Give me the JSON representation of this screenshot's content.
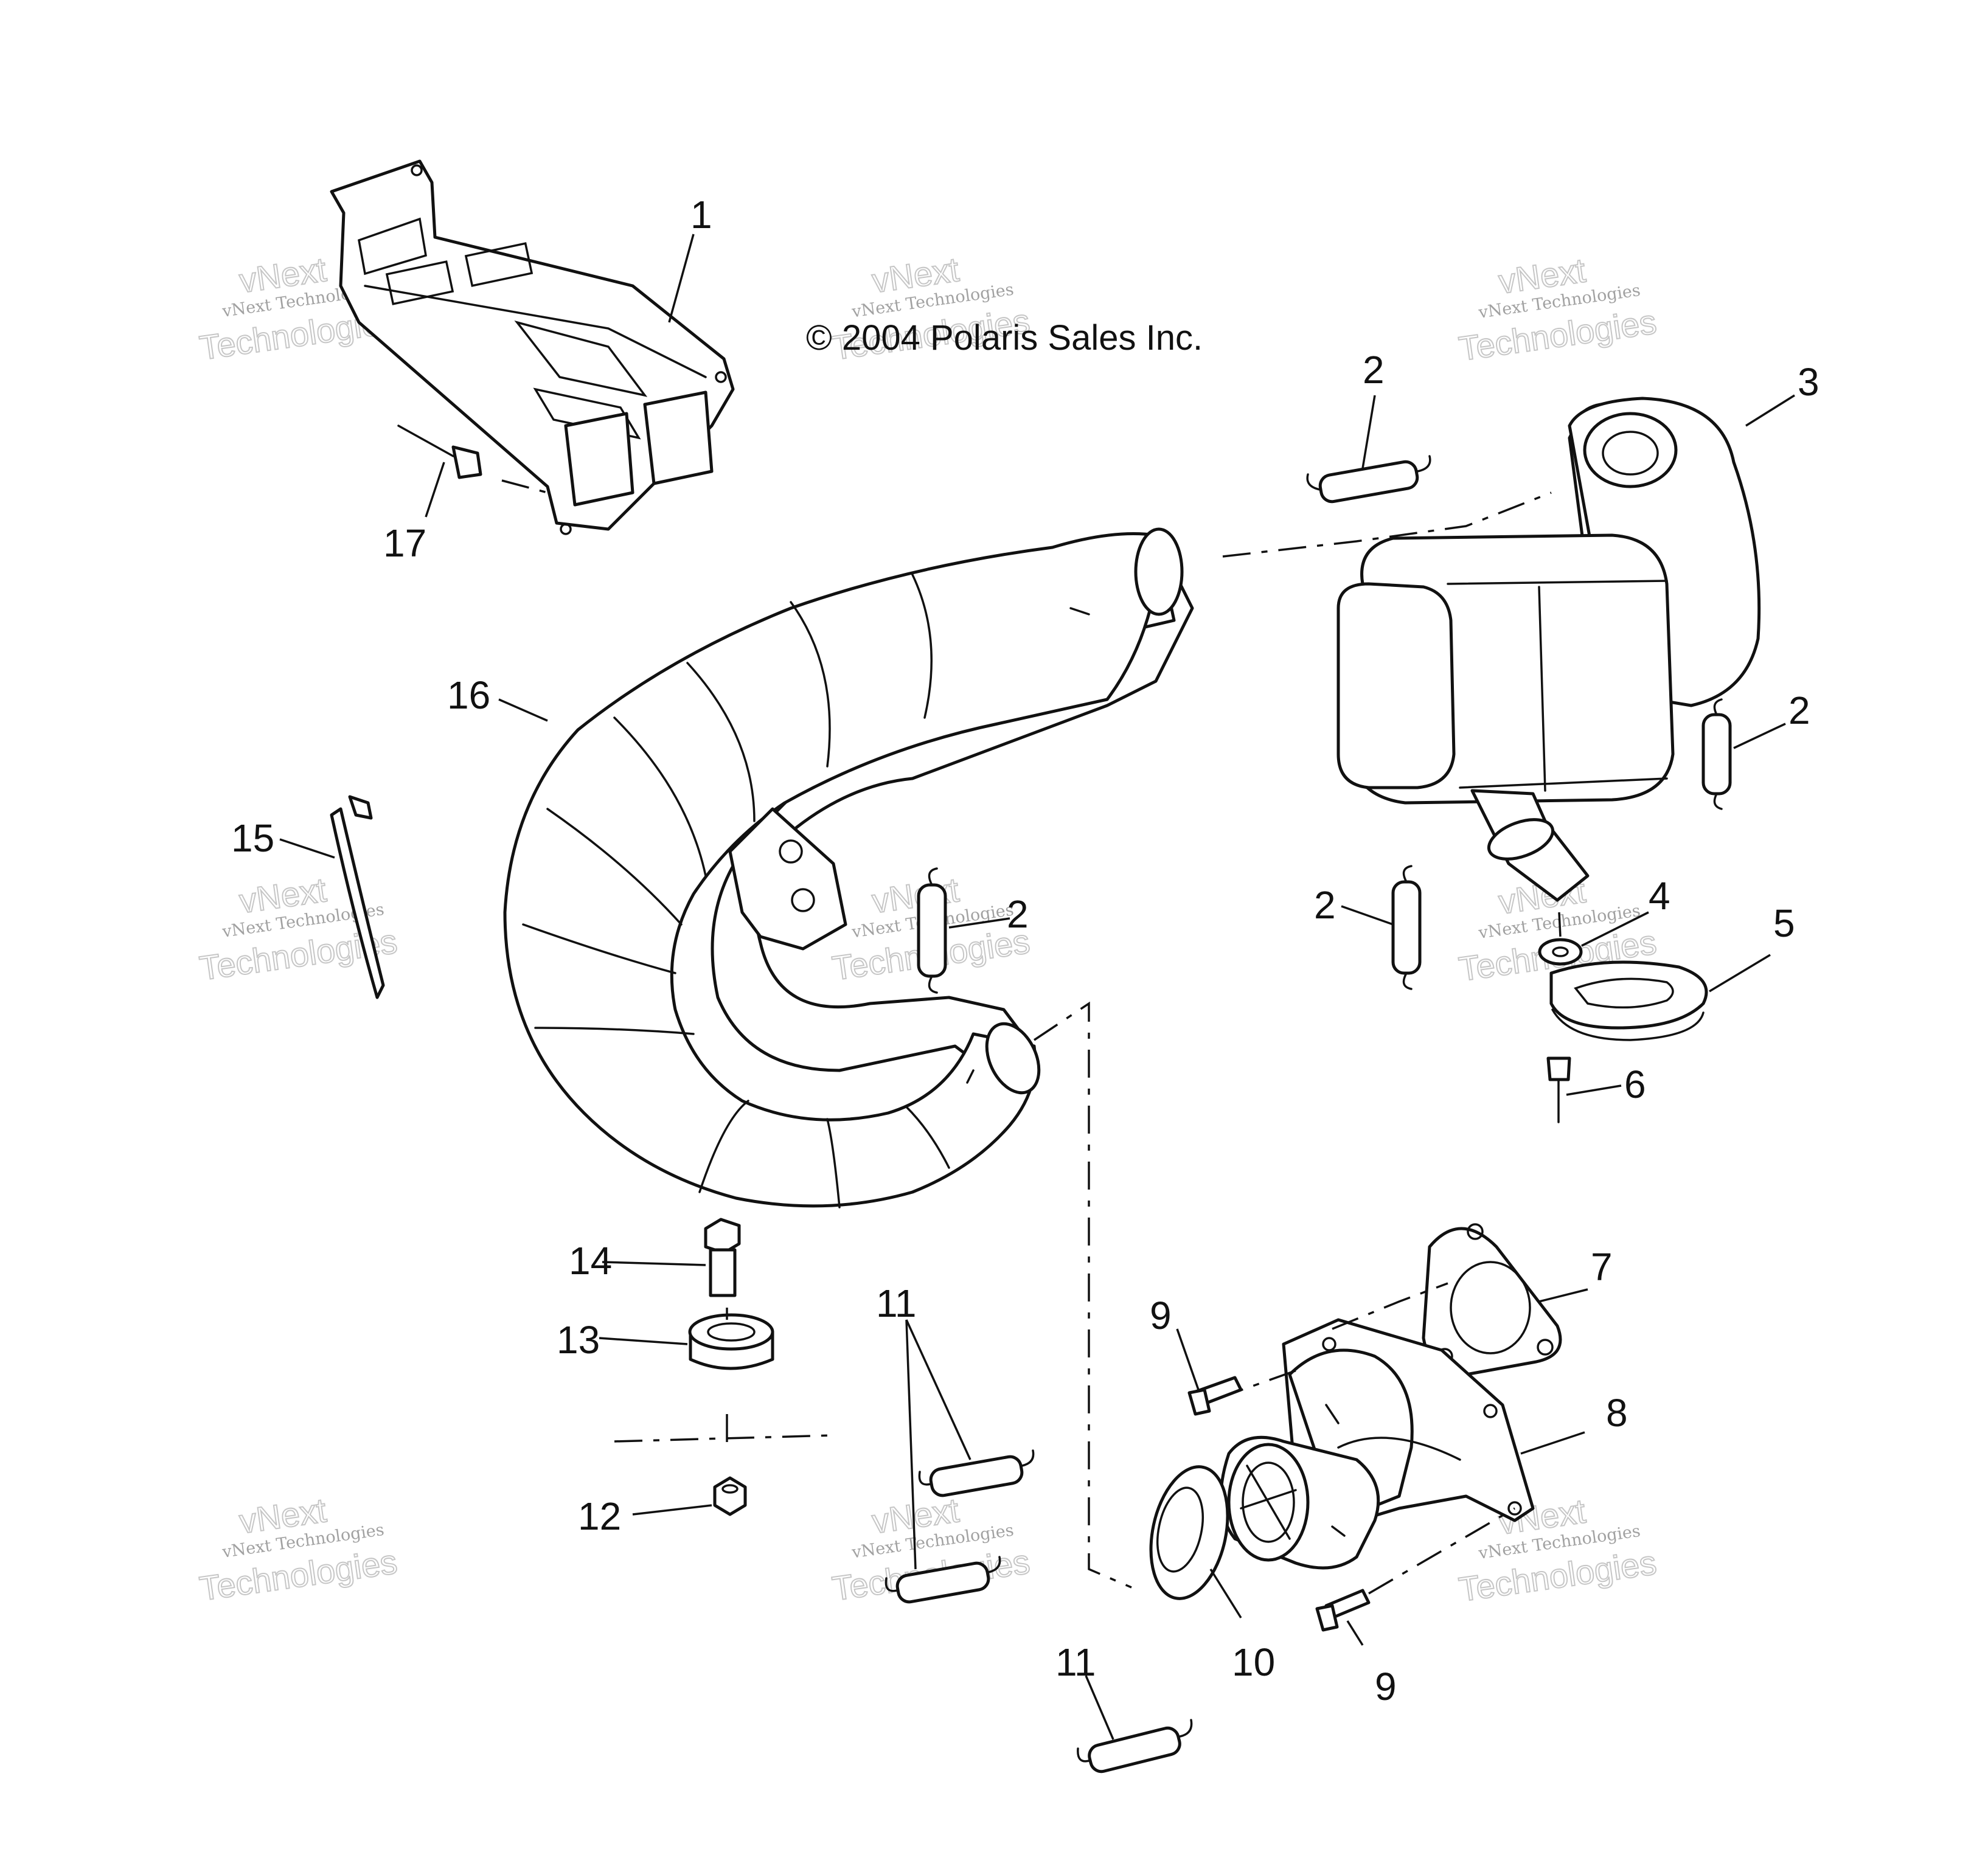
{
  "copyright": "© 2004 Polaris Sales Inc.",
  "watermark": {
    "line1": "vNext",
    "line2": "vNext Technologies",
    "line3": "Technologies"
  },
  "callouts": {
    "c1": "1",
    "c2a": "2",
    "c2b": "2",
    "c2c": "2",
    "c2d": "2",
    "c3": "3",
    "c4": "4",
    "c5": "5",
    "c6": "6",
    "c7": "7",
    "c8": "8",
    "c9a": "9",
    "c9b": "9",
    "c10": "10",
    "c11a": "11",
    "c11b": "11",
    "c12": "12",
    "c13": "13",
    "c14": "14",
    "c15": "15",
    "c16": "16",
    "c17": "17"
  }
}
